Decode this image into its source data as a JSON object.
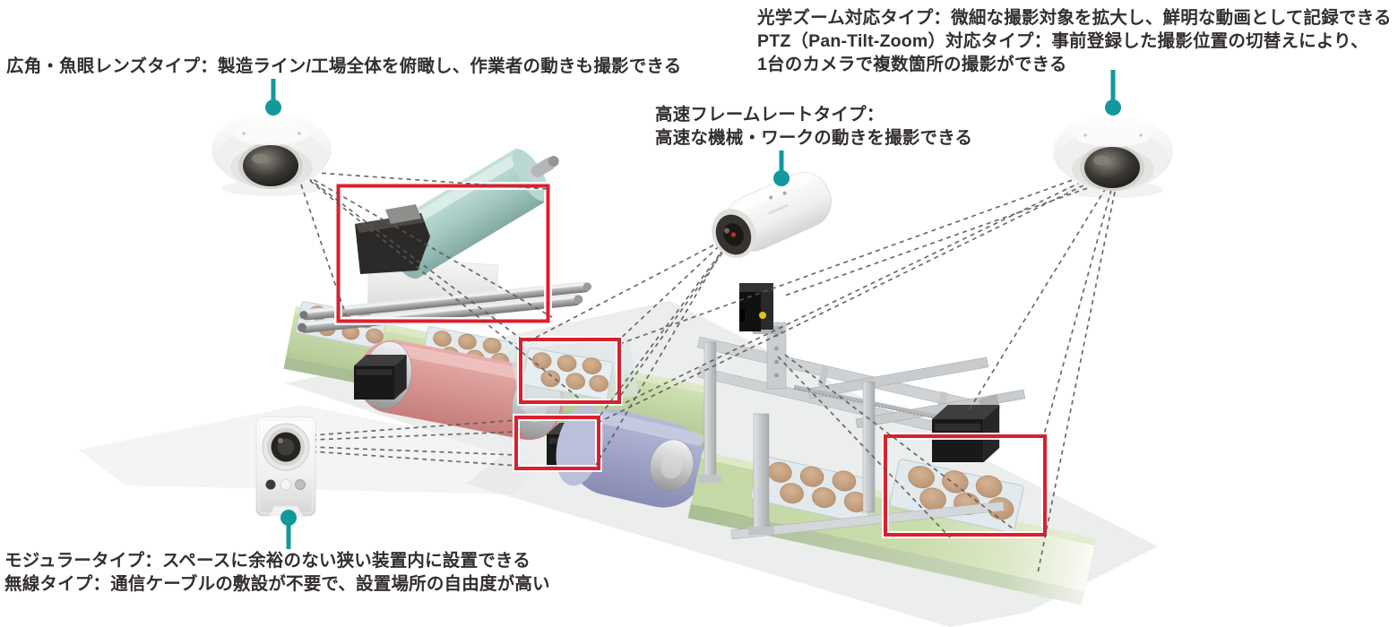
{
  "labels": {
    "wide_fisheye": {
      "lines": [
        "広角・魚眼レンズタイプ：製造ライン/工場全体を俯瞰し、作業者の動きも撮影できる"
      ]
    },
    "optical_zoom_ptz": {
      "lines": [
        "光学ズーム対応タイプ：微細な撮影対象を拡大し、鮮明な動画として記録できる",
        "PTZ（Pan-Tilt-Zoom）対応タイプ：事前登録した撮影位置の切替えにより、",
        "1台のカメラで複数箇所の撮影ができる"
      ]
    },
    "high_frame_rate": {
      "lines": [
        "高速フレームレートタイプ：",
        "高速な機械・ワークの動きを撮影できる"
      ]
    },
    "modular_wireless": {
      "lines": [
        "モジュラータイプ：スペースに余裕のない狭い装置内に設置できる",
        "無線タイプ：通信ケーブルの敷設が不要で、設置場所の自由度が高い"
      ]
    }
  },
  "colors": {
    "connector_teal": "#12999B",
    "highlight_red": "#DC1F2E",
    "label_text": "#332F2E",
    "sightline_gray": "#585858"
  }
}
